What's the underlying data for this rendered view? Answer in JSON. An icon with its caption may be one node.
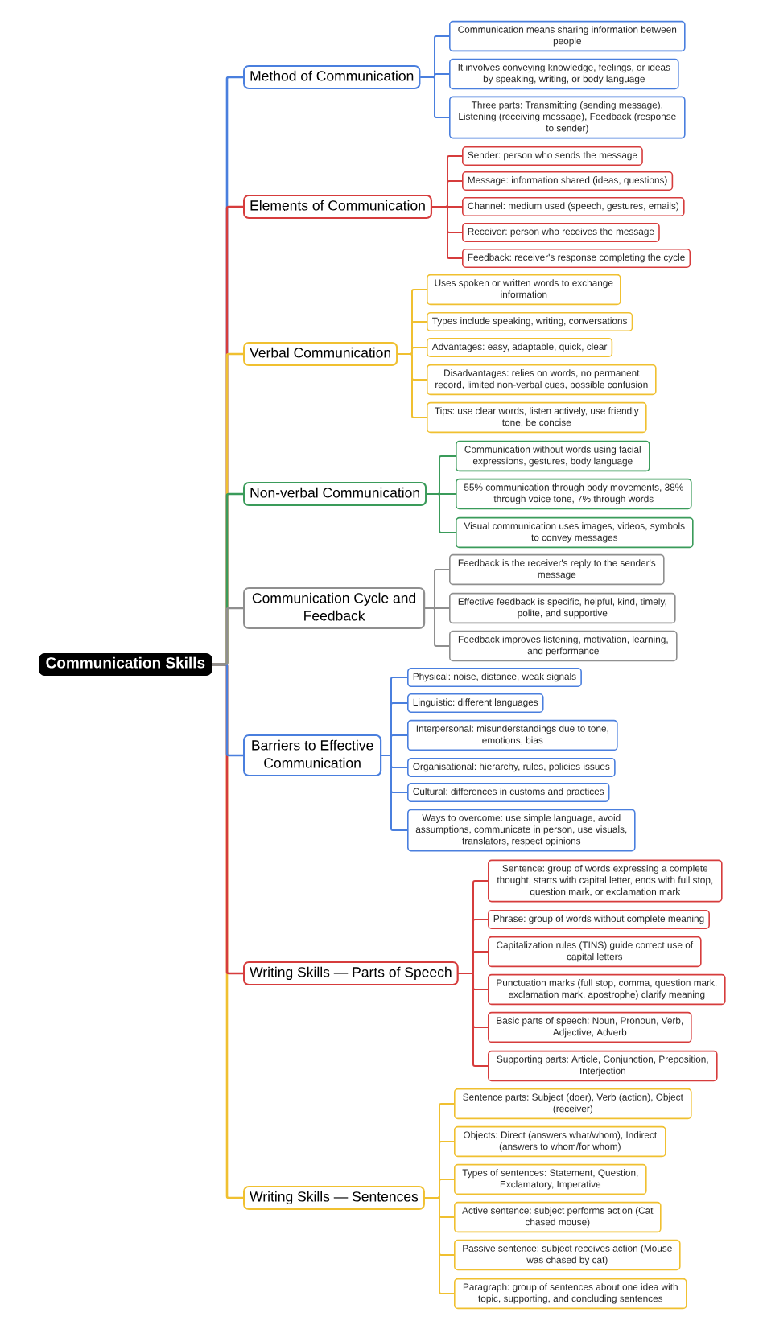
{
  "diagram": {
    "nodes": [
      {
        "text": [
          "Communication Skills"
        ]
      },
      {
        "text": [
          "Method of Communication"
        ]
      },
      {
        "text": [
          "Communication means sharing information between people"
        ]
      },
      {
        "text": [
          "It involves conveying knowledge, feelings, or ideas by speaking, writing, or body language"
        ]
      },
      {
        "text": [
          "Three parts: Transmitting (sending message), Listening (receiving message), Feedback (response to sender)"
        ]
      },
      {
        "text": [
          "Elements of Communication"
        ]
      },
      {
        "text": [
          "Sender: person who sends the message"
        ]
      },
      {
        "text": [
          "Message: information shared (ideas, questions)"
        ]
      },
      {
        "text": [
          "Channel: medium used (speech, gestures, emails)"
        ]
      },
      {
        "text": [
          "Receiver: person who receives the message"
        ]
      },
      {
        "text": [
          "Feedback: receiver's response completing the cycle"
        ]
      },
      {
        "text": [
          "Verbal Communication"
        ]
      },
      {
        "text": [
          "Uses spoken or written words to exchange information"
        ]
      },
      {
        "text": [
          "Types include speaking, writing, conversations"
        ]
      },
      {
        "text": [
          "Advantages: easy, adaptable, quick, clear"
        ]
      },
      {
        "text": [
          "Disadvantages: relies on words, no permanent record, limited non-verbal cues, possible confusion"
        ]
      },
      {
        "text": [
          "Tips: use clear words, listen actively, use friendly tone, be concise"
        ]
      },
      {
        "text": [
          "Non-verbal Communication"
        ]
      },
      {
        "text": [
          "Communication without words using facial expressions, gestures, body language"
        ]
      },
      {
        "text": [
          "55% communication through body movements, 38% through voice tone, 7% through words"
        ]
      },
      {
        "text": [
          "Visual communication uses images, videos, symbols to convey messages"
        ]
      },
      {
        "text": [
          "Communication Cycle and Feedback"
        ]
      },
      {
        "text": [
          "Feedback is the receiver's reply to the sender's message"
        ]
      },
      {
        "text": [
          "Effective feedback is specific, helpful, kind, timely, polite, and supportive"
        ]
      },
      {
        "text": [
          "Feedback improves listening, motivation, learning, and performance"
        ]
      },
      {
        "text": [
          "Barriers to Effective Communication"
        ]
      },
      {
        "text": [
          "Physical: noise, distance, weak signals"
        ]
      },
      {
        "text": [
          "Linguistic: different languages"
        ]
      },
      {
        "text": [
          "Interpersonal: misunderstandings due to tone, emotions, bias"
        ]
      },
      {
        "text": [
          "Organisational: hierarchy, rules, policies issues"
        ]
      },
      {
        "text": [
          "Cultural: differences in customs and practices"
        ]
      },
      {
        "text": [
          "Ways to overcome: use simple language, avoid assumptions, communicate in person, use visuals, translators, respect opinions"
        ]
      },
      {
        "text": [
          "Writing Skills — Parts of Speech"
        ]
      },
      {
        "text": [
          "Sentence: group of words expressing a complete thought, starts with capital letter, ends with full stop, question mark, or exclamation mark"
        ]
      },
      {
        "text": [
          "Phrase: group of words without complete meaning"
        ]
      },
      {
        "text": [
          "Capitalization rules (TINS) guide correct use of capital letters"
        ]
      },
      {
        "text": [
          "Punctuation marks (full stop, comma, question mark, exclamation mark, apostrophe) clarify meaning"
        ]
      },
      {
        "text": [
          "Basic parts of speech: Noun, Pronoun, Verb, Adjective, Adverb"
        ]
      },
      {
        "text": [
          "Supporting parts: Article, Conjunction, Preposition, Interjection"
        ]
      },
      {
        "text": [
          "Writing Skills — Sentences"
        ]
      },
      {
        "text": [
          "Sentence parts: Subject (doer), Verb (action), Object (receiver)"
        ]
      },
      {
        "text": [
          "Objects: Direct (answers what/whom), Indirect (answers to whom/for whom)"
        ]
      },
      {
        "text": [
          "Types of sentences: Statement, Question, Exclamatory, Imperative"
        ]
      },
      {
        "text": [
          "Active sentence: subject performs action (Cat chased mouse)"
        ]
      },
      {
        "text": [
          "Passive sentence: subject receives action (Mouse was chased by cat)"
        ]
      },
      {
        "text": [
          "Paragraph: group of sentences about one idea with topic, supporting, and concluding sentences"
        ]
      }
    ],
    "edges": [
      {
        "from": 0,
        "to": 1,
        "arrow": "none",
        "color": "#4a7fde"
      },
      {
        "from": 1,
        "to": 2,
        "arrow": "none",
        "color": "#4a7fde"
      },
      {
        "from": 1,
        "to": 3,
        "arrow": "none",
        "color": "#4a7fde"
      },
      {
        "from": 1,
        "to": 4,
        "arrow": "none",
        "color": "#4a7fde"
      },
      {
        "from": 0,
        "to": 5,
        "arrow": "none",
        "color": "#d63c3c"
      },
      {
        "from": 5,
        "to": 6,
        "arrow": "none",
        "color": "#d63c3c"
      },
      {
        "from": 5,
        "to": 7,
        "arrow": "none",
        "color": "#d63c3c"
      },
      {
        "from": 5,
        "to": 8,
        "arrow": "none",
        "color": "#d63c3c"
      },
      {
        "from": 5,
        "to": 9,
        "arrow": "none",
        "color": "#d63c3c"
      },
      {
        "from": 5,
        "to": 10,
        "arrow": "none",
        "color": "#d63c3c"
      },
      {
        "from": 0,
        "to": 11,
        "arrow": "none",
        "color": "#f0c030"
      },
      {
        "from": 11,
        "to": 12,
        "arrow": "none",
        "color": "#f0c030"
      },
      {
        "from": 11,
        "to": 13,
        "arrow": "none",
        "color": "#f0c030"
      },
      {
        "from": 11,
        "to": 14,
        "arrow": "none",
        "color": "#f0c030"
      },
      {
        "from": 11,
        "to": 15,
        "arrow": "none",
        "color": "#f0c030"
      },
      {
        "from": 11,
        "to": 16,
        "arrow": "none",
        "color": "#f0c030"
      },
      {
        "from": 0,
        "to": 17,
        "arrow": "none",
        "color": "#3a9b5a"
      },
      {
        "from": 17,
        "to": 18,
        "arrow": "none",
        "color": "#3a9b5a"
      },
      {
        "from": 17,
        "to": 19,
        "arrow": "none",
        "color": "#3a9b5a"
      },
      {
        "from": 17,
        "to": 20,
        "arrow": "none",
        "color": "#3a9b5a"
      },
      {
        "from": 0,
        "to": 21,
        "arrow": "none",
        "color": "#8f8f8f"
      },
      {
        "from": 21,
        "to": 22,
        "arrow": "none",
        "color": "#8f8f8f"
      },
      {
        "from": 21,
        "to": 23,
        "arrow": "none",
        "color": "#8f8f8f"
      },
      {
        "from": 21,
        "to": 24,
        "arrow": "none",
        "color": "#8f8f8f"
      },
      {
        "from": 0,
        "to": 25,
        "arrow": "none",
        "color": "#4a7fde"
      },
      {
        "from": 25,
        "to": 26,
        "arrow": "none",
        "color": "#4a7fde"
      },
      {
        "from": 25,
        "to": 27,
        "arrow": "none",
        "color": "#4a7fde"
      },
      {
        "from": 25,
        "to": 28,
        "arrow": "none",
        "color": "#4a7fde"
      },
      {
        "from": 25,
        "to": 29,
        "arrow": "none",
        "color": "#4a7fde"
      },
      {
        "from": 25,
        "to": 30,
        "arrow": "none",
        "color": "#4a7fde"
      },
      {
        "from": 25,
        "to": 31,
        "arrow": "none",
        "color": "#4a7fde"
      },
      {
        "from": 0,
        "to": 32,
        "arrow": "none",
        "color": "#d63c3c"
      },
      {
        "from": 32,
        "to": 33,
        "arrow": "none",
        "color": "#d63c3c"
      },
      {
        "from": 32,
        "to": 34,
        "arrow": "none",
        "color": "#d63c3c"
      },
      {
        "from": 32,
        "to": 35,
        "arrow": "none",
        "color": "#d63c3c"
      },
      {
        "from": 32,
        "to": 36,
        "arrow": "none",
        "color": "#d63c3c"
      },
      {
        "from": 32,
        "to": 37,
        "arrow": "none",
        "color": "#d63c3c"
      },
      {
        "from": 32,
        "to": 38,
        "arrow": "none",
        "color": "#d63c3c"
      },
      {
        "from": 0,
        "to": 39,
        "arrow": "none",
        "color": "#f0c030"
      },
      {
        "from": 39,
        "to": 40,
        "arrow": "none",
        "color": "#f0c030"
      },
      {
        "from": 39,
        "to": 41,
        "arrow": "none",
        "color": "#f0c030"
      },
      {
        "from": 39,
        "to": 42,
        "arrow": "none",
        "color": "#f0c030"
      },
      {
        "from": 39,
        "to": 43,
        "arrow": "none",
        "color": "#f0c030"
      },
      {
        "from": 39,
        "to": 44,
        "arrow": "none",
        "color": "#f0c030"
      },
      {
        "from": 39,
        "to": 45,
        "arrow": "none",
        "color": "#f0c030"
      }
    ]
  }
}
